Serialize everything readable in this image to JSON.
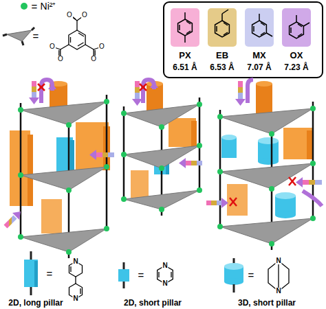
{
  "diagram": {
    "labels": [
      "=",
      "Ni²⁺",
      "=",
      "O",
      "O",
      "O",
      "O",
      "O",
      "O",
      "PX",
      "6.51 Å",
      "EB",
      "6.53 Å",
      "MX",
      "7.07 Å",
      "OX",
      "7.23 Å",
      "=",
      "N",
      "N",
      "2D, long pillar",
      "=",
      "N",
      "N",
      "2D, short pillar",
      "=",
      "N",
      "N",
      "3D, short pillar"
    ]
  }
}
